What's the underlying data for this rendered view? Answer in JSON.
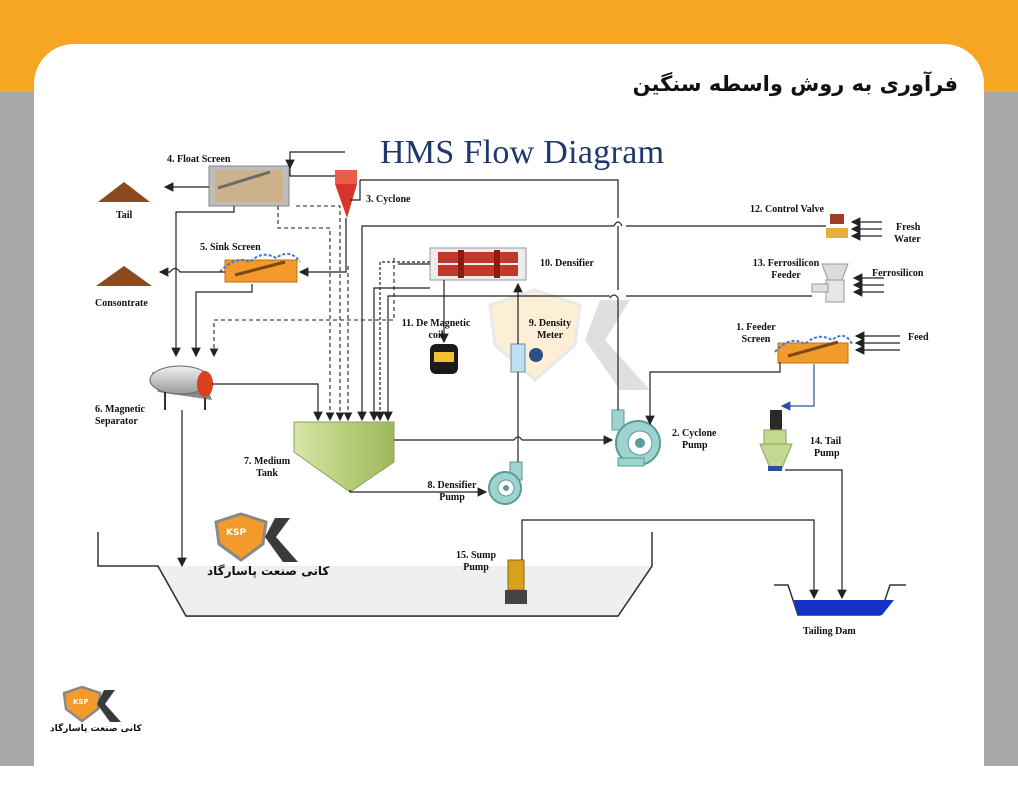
{
  "header": {
    "persian_title": "فرآوری به روش واسطه سنگین",
    "diagram_title": "HMS Flow Diagram"
  },
  "labels": {
    "float_screen": "4. Float Screen",
    "cyclone": "3. Cyclone",
    "tail": "Tail",
    "sink_screen": "5. Sink Screen",
    "consontrate": "Consontrate",
    "densifier": "10. Densifier",
    "control_valve": "12. Control Valve",
    "fresh": "Fresh",
    "water": "Water",
    "ferrosilicon_13a": "13. Ferrosilicon",
    "ferrosilicon_13b": "Feeder",
    "ferrosilicon": "Ferrosilicon",
    "de_magnetic_a": "11. De Magnetic",
    "de_magnetic_b": "coil",
    "density_meter_a": "9. Density",
    "density_meter_b": "Meter",
    "feeder_screen_a": "1. Feeder",
    "feeder_screen_b": "Screen",
    "feed": "Feed",
    "magnetic_sep_a": "6. Magnetic",
    "magnetic_sep_b": "Separator",
    "cyclone_pump_a": "2. Cyclone",
    "cyclone_pump_b": "Pump",
    "tail_pump_a": "14. Tail",
    "tail_pump_b": "Pump",
    "medium_tank_a": "7. Medium",
    "medium_tank_b": "Tank",
    "densifier_pump_a": "8. Densifier",
    "densifier_pump_b": "Pump",
    "sump_pump_a": "15. Sump",
    "sump_pump_b": "Pump",
    "tailing_dam": "Tailing Dam"
  },
  "brand": {
    "logo_text": "KSP",
    "company_name": "کانی صنعت پاسارگاد"
  },
  "colors": {
    "top_bar": "#f6a623",
    "side_bars": "#a9a9ab",
    "title_blue": "#1f3769",
    "screen_orange": "#f39a2c",
    "tank_green": "#c5d88f",
    "pump_teal": "#9fd3cf",
    "dam_blue": "#1431c9",
    "densifier_red": "#c0392b"
  }
}
